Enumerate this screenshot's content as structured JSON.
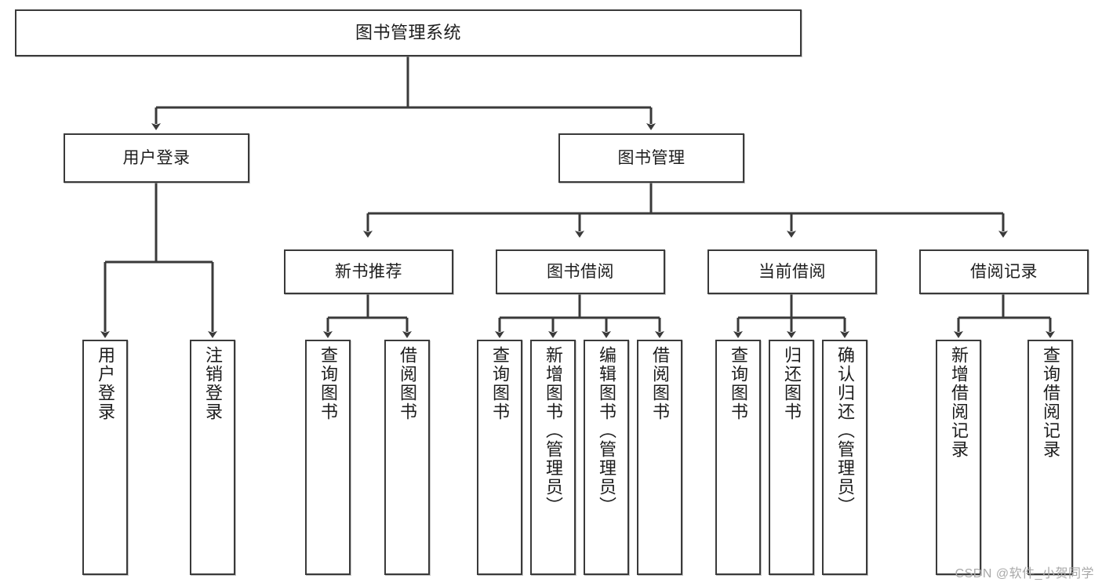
{
  "diagram": {
    "title": "图书管理系统",
    "type": "tree",
    "watermark": "CSDN @软件_小贺同学",
    "colors": {
      "stroke": "#3a3a3a",
      "fill": "#ffffff",
      "text": "#1d1d1d",
      "watermark": "#a9a9a9"
    },
    "nodes": {
      "root": {
        "label": "图书管理系统"
      },
      "level2": [
        {
          "label": "用户登录"
        },
        {
          "label": "图书管理"
        }
      ],
      "level3": [
        {
          "label": "新书推荐"
        },
        {
          "label": "图书借阅"
        },
        {
          "label": "当前借阅"
        },
        {
          "label": "借阅记录"
        }
      ],
      "leaves_user_login": [
        {
          "label": "用户登录"
        },
        {
          "label": "注销登录"
        }
      ],
      "leaves_new_book": [
        {
          "label": "查询图书"
        },
        {
          "label": "借阅图书"
        }
      ],
      "leaves_borrow": [
        {
          "label": "查询图书"
        },
        {
          "label": "新增图书（管理员）"
        },
        {
          "label": "编辑图书（管理员）"
        },
        {
          "label": "借阅图书"
        }
      ],
      "leaves_current": [
        {
          "label": "查询图书"
        },
        {
          "label": "归还图书"
        },
        {
          "label": "确认归还（管理员）"
        }
      ],
      "leaves_record": [
        {
          "label": "新增借阅记录"
        },
        {
          "label": "查询借阅记录"
        }
      ]
    }
  }
}
